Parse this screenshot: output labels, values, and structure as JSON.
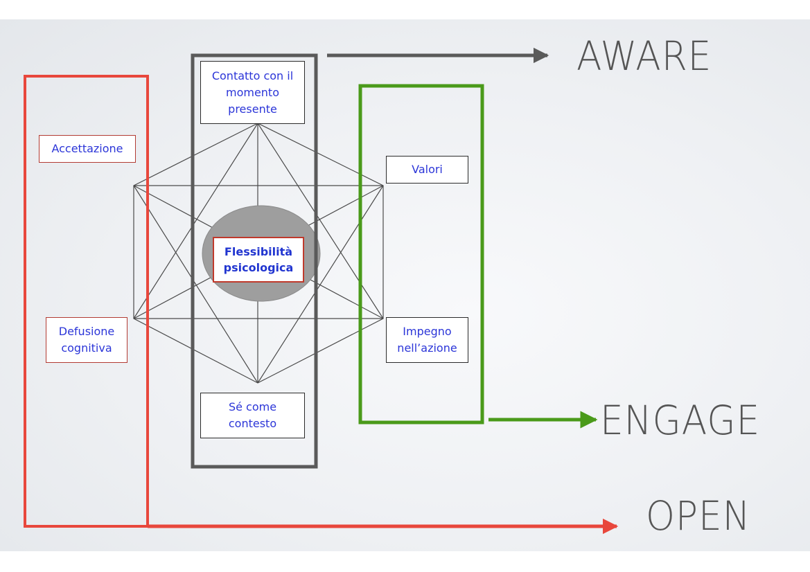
{
  "boxes": {
    "contatto": "Contatto con il momento presente",
    "accettazione": "Accettazione",
    "valori": "Valori",
    "flessibilita": "Flessibilità psicologica",
    "defusione": "Defusione cognitiva",
    "impegno": "Impegno nell’azione",
    "se_come_contesto": "Sé come contesto"
  },
  "labels": {
    "aware": "AWARE",
    "engage": "ENGAGE",
    "open": "OPEN"
  },
  "colors": {
    "open_frame": "#e8473c",
    "engage_frame": "#4a9a1a",
    "aware_frame": "#5a5a5a",
    "center_ellipse": "#9e9e9e",
    "box_text": "#2b35d8"
  }
}
